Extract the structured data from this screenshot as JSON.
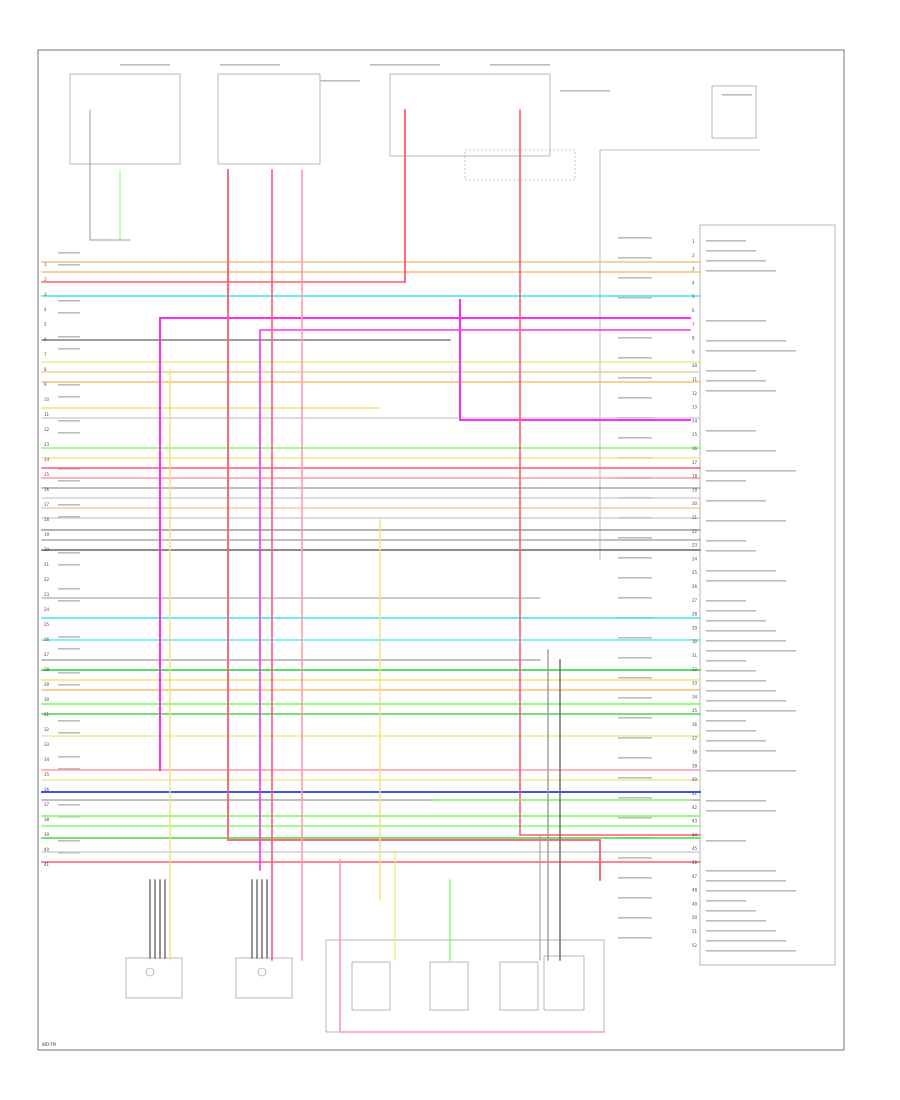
{
  "diagram": {
    "colors": {
      "red": "#ff5a6e",
      "pink": "#ff9aa8",
      "magenta": "#ff2cf0",
      "cyan": "#3fe3f0",
      "yellow": "#f2e27a",
      "lightgreen": "#7fff6a",
      "green": "#43d94a",
      "blue": "#3a55e6",
      "gray": "#9a9a9a",
      "darkgray": "#666666",
      "tan": "#e8c58a",
      "orange": "#f3b457",
      "lightgray": "#c8c8c8",
      "black": "#333333"
    },
    "ecm_pin_labels": [
      "1",
      "2",
      "3",
      "4",
      "5",
      "6",
      "7",
      "8",
      "9",
      "10",
      "11",
      "12",
      "13",
      "14",
      "15",
      "16",
      "17",
      "18",
      "19",
      "20",
      "21",
      "22",
      "23",
      "24",
      "25",
      "26",
      "27",
      "28",
      "29",
      "30",
      "31",
      "32",
      "33",
      "34",
      "35",
      "36",
      "37",
      "38",
      "39",
      "40",
      "41",
      "42",
      "43",
      "44",
      "45",
      "46",
      "47",
      "48",
      "49",
      "50",
      "51",
      "52"
    ],
    "left_pin_labels": [
      "1",
      "2",
      "3",
      "4",
      "5",
      "6",
      "7",
      "8",
      "9",
      "10",
      "11",
      "12",
      "13",
      "14",
      "15",
      "16",
      "17",
      "18",
      "19",
      "20",
      "21",
      "22",
      "23",
      "24",
      "25",
      "26",
      "27",
      "28",
      "29",
      "30",
      "31",
      "32",
      "33",
      "34",
      "35",
      "36",
      "37",
      "38",
      "39",
      "40",
      "41"
    ],
    "footer_code": "WD-TM"
  }
}
